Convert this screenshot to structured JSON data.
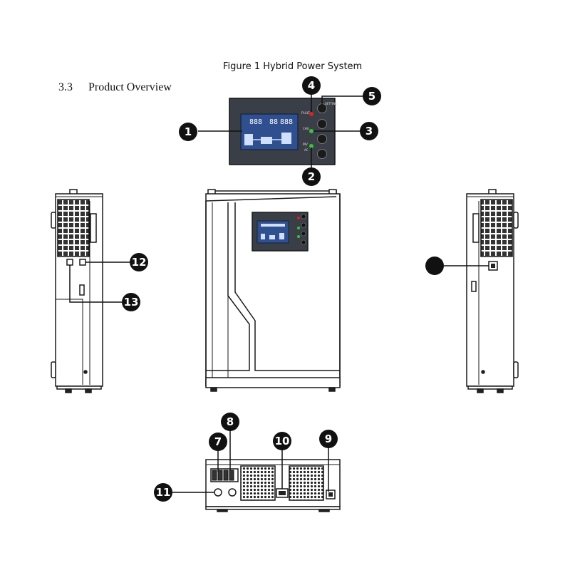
{
  "figure_caption": "Figure 1 Hybrid Power System",
  "section": {
    "number": "3.3",
    "title": "Product Overview"
  },
  "callouts": [
    "1",
    "2",
    "3",
    "4",
    "5",
    "7",
    "8",
    "9",
    "10",
    "11",
    "12",
    "13"
  ],
  "lcd_readout": {
    "left": "888",
    "center": "88",
    "right": "888"
  },
  "panel_labels": {
    "fault": "FAULT",
    "chg": "CHG",
    "inv": "INV",
    "ac": "AC",
    "setting": "SETTING"
  },
  "colors": {
    "outline": "#1a1a1a",
    "lcd": "#2f4f8f",
    "panel": "#3a3f47",
    "callout": "#111111",
    "led_red": "#e02020",
    "led_green": "#3cc23c"
  }
}
